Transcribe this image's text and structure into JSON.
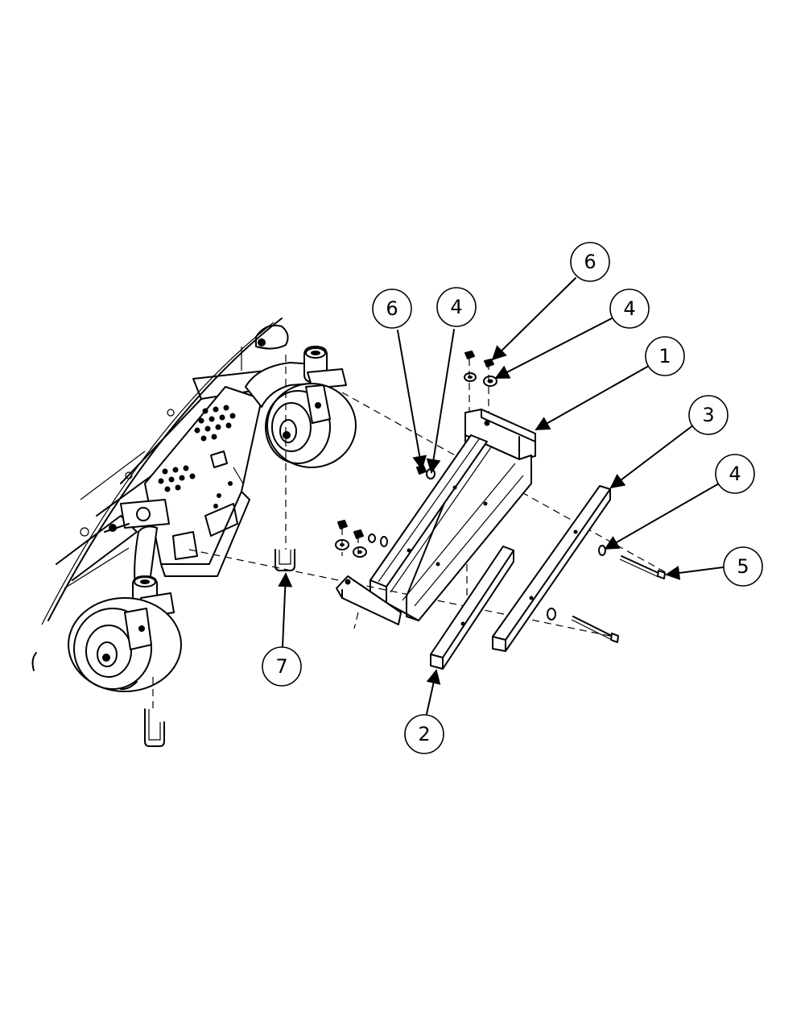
{
  "balloons": [
    {
      "id": "b6a",
      "label": "6"
    },
    {
      "id": "b4a",
      "label": "4"
    },
    {
      "id": "b6b",
      "label": "6"
    },
    {
      "id": "b4b",
      "label": "4"
    },
    {
      "id": "b1",
      "label": "1"
    },
    {
      "id": "b3",
      "label": "3"
    },
    {
      "id": "b4c",
      "label": "4"
    },
    {
      "id": "b5",
      "label": "5"
    },
    {
      "id": "b7",
      "label": "7"
    },
    {
      "id": "b2",
      "label": "2"
    }
  ]
}
